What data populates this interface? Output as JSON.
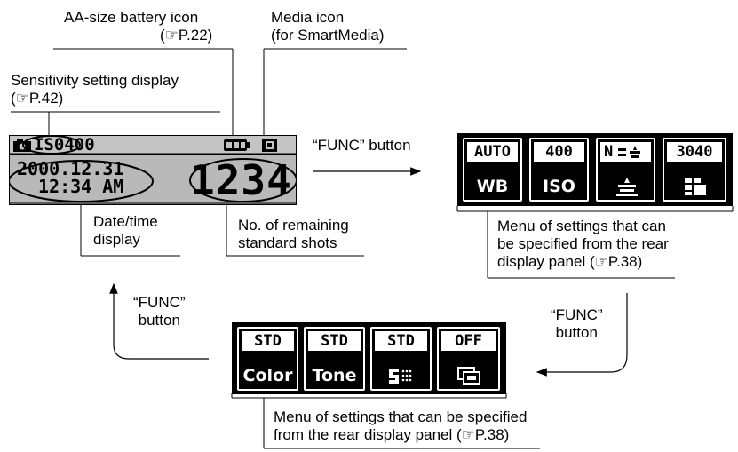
{
  "labels": {
    "battery_line1": "AA-size battery icon",
    "battery_line2": "(☞P.22)",
    "media_line1": "Media icon",
    "media_line2": "(for SmartMedia)",
    "sensitivity_line1": "Sensitivity setting display",
    "sensitivity_line2": "(☞P.42)",
    "datetime_line1": "Date/time",
    "datetime_line2": "display",
    "shots_line1": "No. of remaining",
    "shots_line2": "standard shots",
    "func_right": "“FUNC” button",
    "func_left_line1": "“FUNC”",
    "func_left_line2": "button",
    "func_right2_line1": "“FUNC”",
    "func_right2_line2": "button",
    "menu1_line1": "Menu of settings that can",
    "menu1_line2": "be specified from the rear",
    "menu1_line3": "display panel (☞P.38)",
    "menu2_line1": "Menu of settings that can be specified",
    "menu2_line2": "from the rear display panel (☞P.38)"
  },
  "lcd": {
    "iso": "IS0400",
    "date": "2000.12.31",
    "time": "12:34 AM",
    "shots": "1234"
  },
  "menu1": [
    {
      "top": "AUTO",
      "bottom": "WB"
    },
    {
      "top": "400",
      "bottom": "ISO"
    },
    {
      "top": "N",
      "bottom": ""
    },
    {
      "top": "3040",
      "bottom": ""
    }
  ],
  "menu2": [
    {
      "top": "STD",
      "bottom": "Color"
    },
    {
      "top": "STD",
      "bottom": "Tone"
    },
    {
      "top": "STD",
      "bottom": ""
    },
    {
      "top": "OFF",
      "bottom": ""
    }
  ]
}
